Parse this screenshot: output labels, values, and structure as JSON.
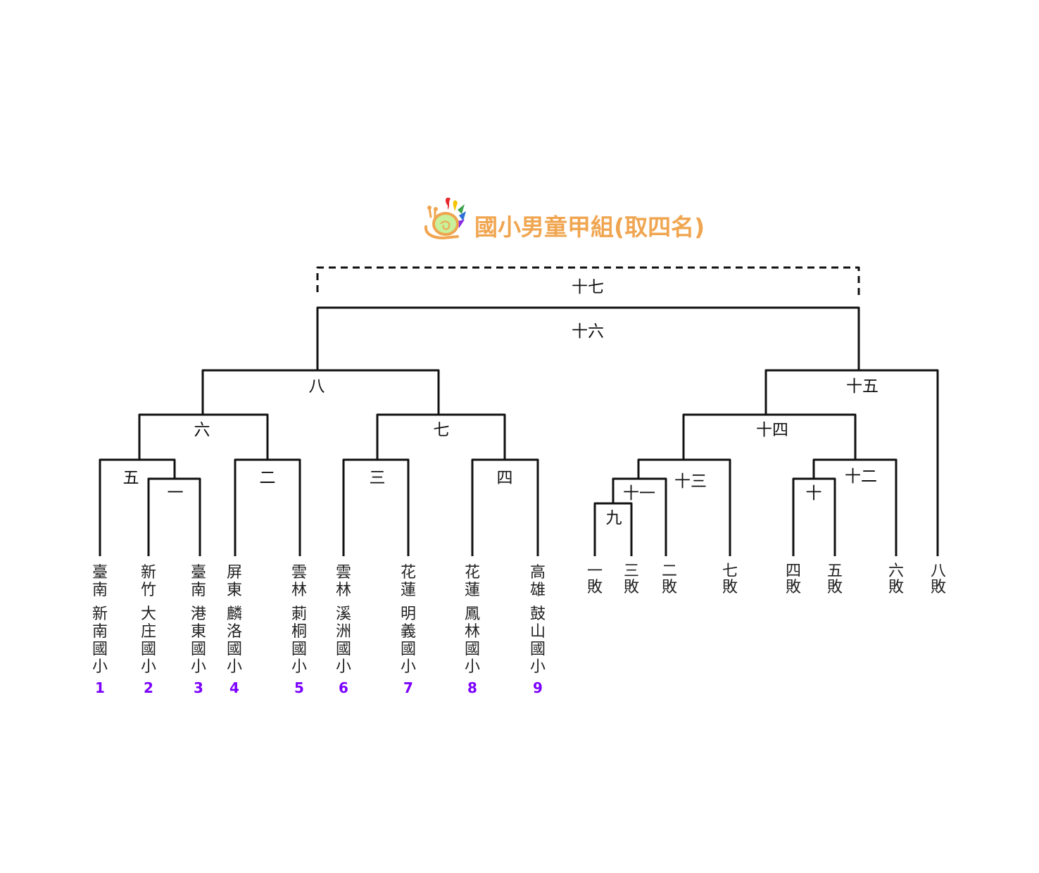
{
  "title": "國小男童甲組(取四名)",
  "colors": {
    "title": "#f0a550",
    "seed": "#7b00ff",
    "line": "#111111",
    "logo_body": "#c9f09a",
    "logo_shell": "#f0a550"
  },
  "logo": {
    "icon": "snail-mascot-icon"
  },
  "rounds": {
    "r1": "一",
    "r2": "二",
    "r3": "三",
    "r4": "四",
    "r5": "五",
    "r6": "六",
    "r7": "七",
    "r8": "八",
    "r9": "九",
    "r10": "十",
    "r11": "十一",
    "r12": "十二",
    "r13": "十三",
    "r14": "十四",
    "r15": "十五",
    "r16": "十六",
    "r17": "十七"
  },
  "entrants": [
    {
      "region": "臺南",
      "school": "新南國小",
      "seed": "1"
    },
    {
      "region": "新竹",
      "school": "大庄國小",
      "seed": "2"
    },
    {
      "region": "臺南",
      "school": "港東國小",
      "seed": "3"
    },
    {
      "region": "屏東",
      "school": "麟洛國小",
      "seed": "4"
    },
    {
      "region": "雲林",
      "school": "莿桐國小",
      "seed": "5"
    },
    {
      "region": "雲林",
      "school": "溪洲國小",
      "seed": "6"
    },
    {
      "region": "花蓮",
      "school": "明義國小",
      "seed": "7"
    },
    {
      "region": "花蓮",
      "school": "鳳林國小",
      "seed": "8"
    },
    {
      "region": "高雄",
      "school": "鼓山國小",
      "seed": "9"
    }
  ],
  "losers": [
    {
      "label": "一敗"
    },
    {
      "label": "三敗"
    },
    {
      "label": "二敗"
    },
    {
      "label": "七敗"
    },
    {
      "label": "四敗"
    },
    {
      "label": "五敗"
    },
    {
      "label": "六敗"
    },
    {
      "label": "八敗"
    }
  ]
}
